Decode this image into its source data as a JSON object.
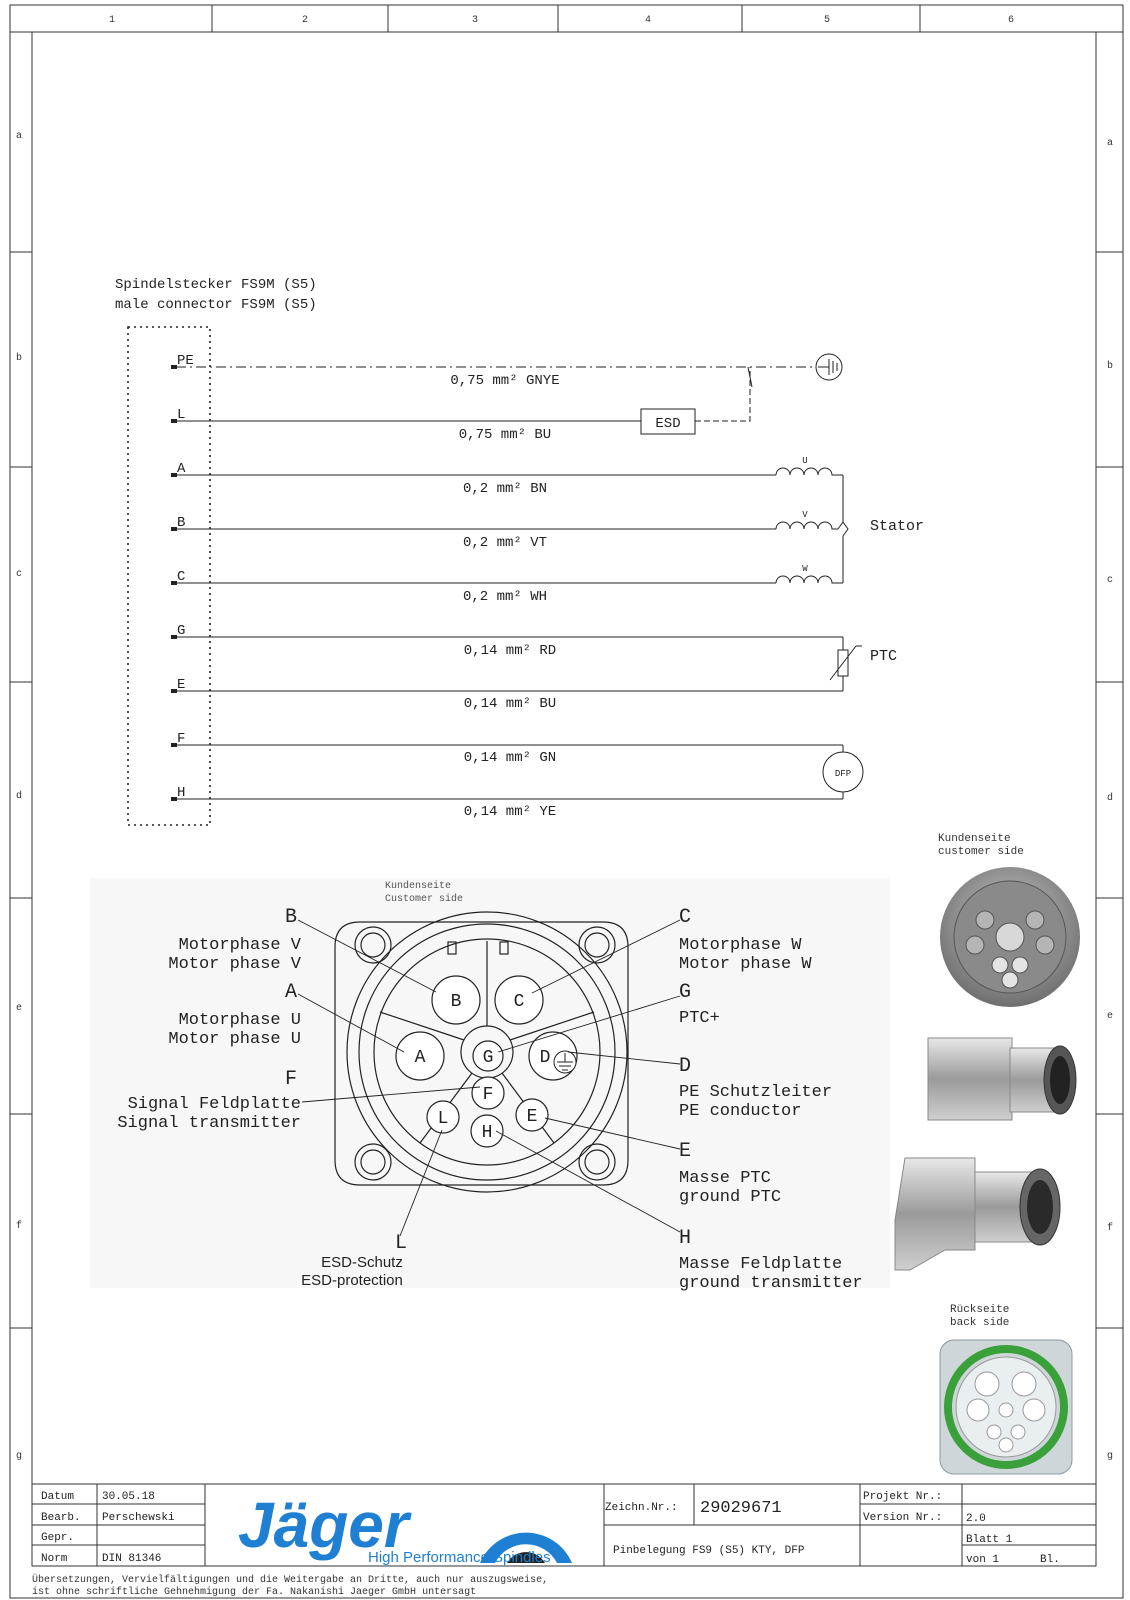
{
  "frame": {
    "columns": [
      "1",
      "2",
      "3",
      "4",
      "5",
      "6"
    ],
    "rows": [
      "a",
      "b",
      "c",
      "d",
      "e",
      "f",
      "g"
    ]
  },
  "connector": {
    "title_de": "Spindelstecker FS9M (S5)",
    "title_en": "male connector FS9M (S5)"
  },
  "wires": [
    {
      "pin": "PE",
      "spec": "0,75 mm² GNYE"
    },
    {
      "pin": "L",
      "spec": "0,75 mm² BU"
    },
    {
      "pin": "A",
      "spec": "0,2 mm² BN"
    },
    {
      "pin": "B",
      "spec": "0,2 mm² VT"
    },
    {
      "pin": "C",
      "spec": "0,2 mm² WH"
    },
    {
      "pin": "G",
      "spec": "0,14 mm² RD"
    },
    {
      "pin": "E",
      "spec": "0,14 mm² BU"
    },
    {
      "pin": "F",
      "spec": "0,14 mm² GN"
    },
    {
      "pin": "H",
      "spec": "0,14 mm² YE"
    }
  ],
  "components": {
    "esd": "ESD",
    "coil_u": "U",
    "coil_v": "V",
    "coil_w": "W",
    "stator": "Stator",
    "ptc": "PTC",
    "dfp": "DFP"
  },
  "pinout": {
    "view_de": "Kundenseite",
    "view_en": "Customer side",
    "left": [
      {
        "letter": "B",
        "de": "Motorphase V",
        "en": "Motor phase V"
      },
      {
        "letter": "A",
        "de": "Motorphase U",
        "en": "Motor phase U"
      },
      {
        "letter": "F",
        "de": "Signal Feldplatte",
        "en": "Signal transmitter"
      }
    ],
    "right": [
      {
        "letter": "C",
        "de": "Motorphase W",
        "en": "Motor phase W"
      },
      {
        "letter": "G",
        "de": "PTC+",
        "en": ""
      },
      {
        "letter": "D",
        "de": "PE Schutzleiter",
        "en": "PE conductor"
      },
      {
        "letter": "E",
        "de": "Masse PTC",
        "en": "ground PTC"
      },
      {
        "letter": "H",
        "de": "Masse Feldplatte",
        "en": "ground transmitter"
      }
    ],
    "bottom": {
      "letter": "L",
      "de": "ESD-Schutz",
      "en": "ESD-protection"
    },
    "pins": [
      "B",
      "C",
      "A",
      "G",
      "D",
      "F",
      "E",
      "L",
      "H"
    ]
  },
  "photos": {
    "front_de": "Kundenseite",
    "front_en": "customer side",
    "back_de": "Rückseite",
    "back_en": "back side"
  },
  "titleblock": {
    "datum_label": "Datum",
    "datum_value": "30.05.18",
    "bearb_label": "Bearb.",
    "bearb_value": "Perschewski",
    "gepr_label": "Gepr.",
    "gepr_value": "",
    "norm_label": "Norm",
    "norm_value": "DIN 81346",
    "logo": "Jäger",
    "logo_tagline": "High Performance Spindles",
    "zeichn_label": "Zeichn.Nr.:",
    "zeichn_value": "29029671",
    "projekt_label": "Projekt Nr.:",
    "projekt_value": "",
    "version_label": "Version Nr.:",
    "version_value": "2.0",
    "blatt_label": "Blatt 1",
    "von_label": "von 1",
    "bl_label": "Bl.",
    "description": "Pinbelegung FS9 (S5) KTY, DFP"
  },
  "footer": {
    "line1": "Übersetzungen, Vervielfältigungen und die Weitergabe an Dritte, auch nur auszugsweise,",
    "line2": "ist ohne schriftliche Gehnehmigung der Fa. Nakanishi Jaeger GmbH untersagt"
  }
}
